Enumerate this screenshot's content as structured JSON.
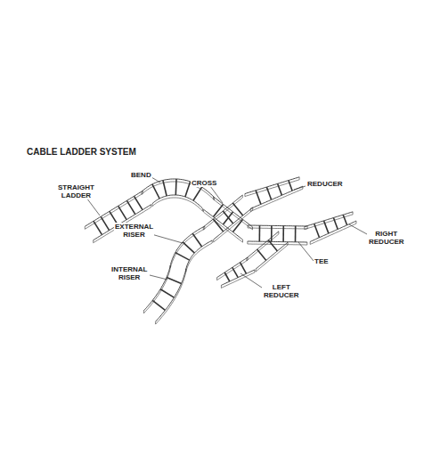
{
  "diagram": {
    "title": "CABLE LADDER SYSTEM",
    "labels": [
      "BEND",
      "CROSS",
      "REDUCER",
      "STRAIGHT LADDER",
      "EXTERNAL RISER",
      "RIGHT REDUCER",
      "TEE",
      "INTERNAL RISER",
      "LEFT REDUCER"
    ]
  }
}
